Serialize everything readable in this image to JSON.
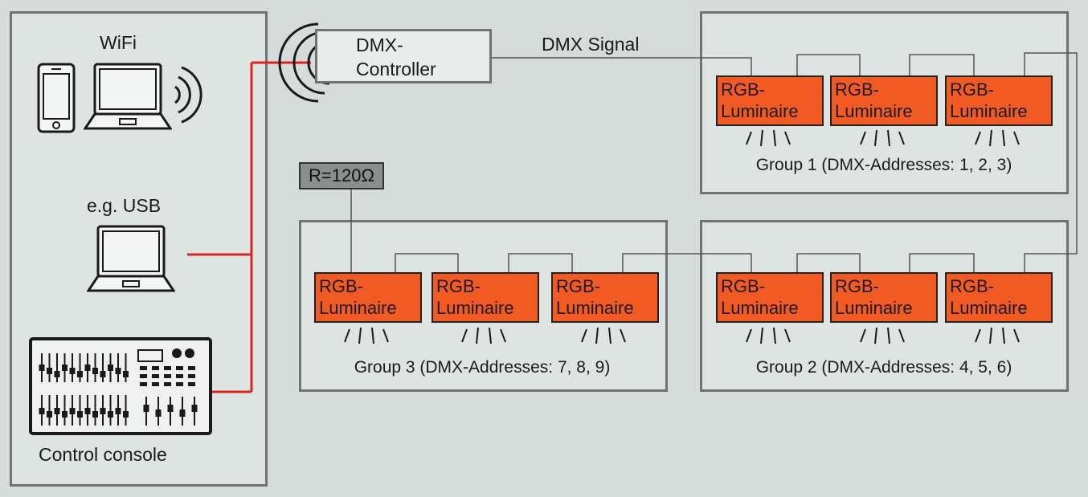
{
  "colors": {
    "signal_wire": "#d92424",
    "dmx_wire": "#555555",
    "luminaire": "#f15a22",
    "resistor": "#8a8f8e"
  },
  "inputs": {
    "wifi_label": "WiFi",
    "usb_label": "e.g. USB",
    "console_label": "Control console",
    "icons": [
      "smartphone-icon",
      "laptop-icon",
      "wifi-waves-icon",
      "laptop-icon",
      "mixing-console-icon"
    ]
  },
  "controller": {
    "line1": "DMX-",
    "line2": "Controller"
  },
  "signal_label": "DMX Signal",
  "terminator": "R=120Ω",
  "groups": [
    {
      "caption": "Group 1 (DMX-Addresses: 1, 2, 3)",
      "luminaires": [
        [
          "RGB-",
          "Luminaire"
        ],
        [
          "RGB-",
          "Luminaire"
        ],
        [
          "RGB-",
          "Luminaire"
        ]
      ]
    },
    {
      "caption": "Group 2 (DMX-Addresses: 4, 5, 6)",
      "luminaires": [
        [
          "RGB-",
          "Luminaire"
        ],
        [
          "RGB-",
          "Luminaire"
        ],
        [
          "RGB-",
          "Luminaire"
        ]
      ]
    },
    {
      "caption": "Group 3 (DMX-Addresses: 7, 8, 9)",
      "luminaires": [
        [
          "RGB-",
          "Luminaire"
        ],
        [
          "RGB-",
          "Luminaire"
        ],
        [
          "RGB-",
          "Luminaire"
        ]
      ]
    }
  ]
}
